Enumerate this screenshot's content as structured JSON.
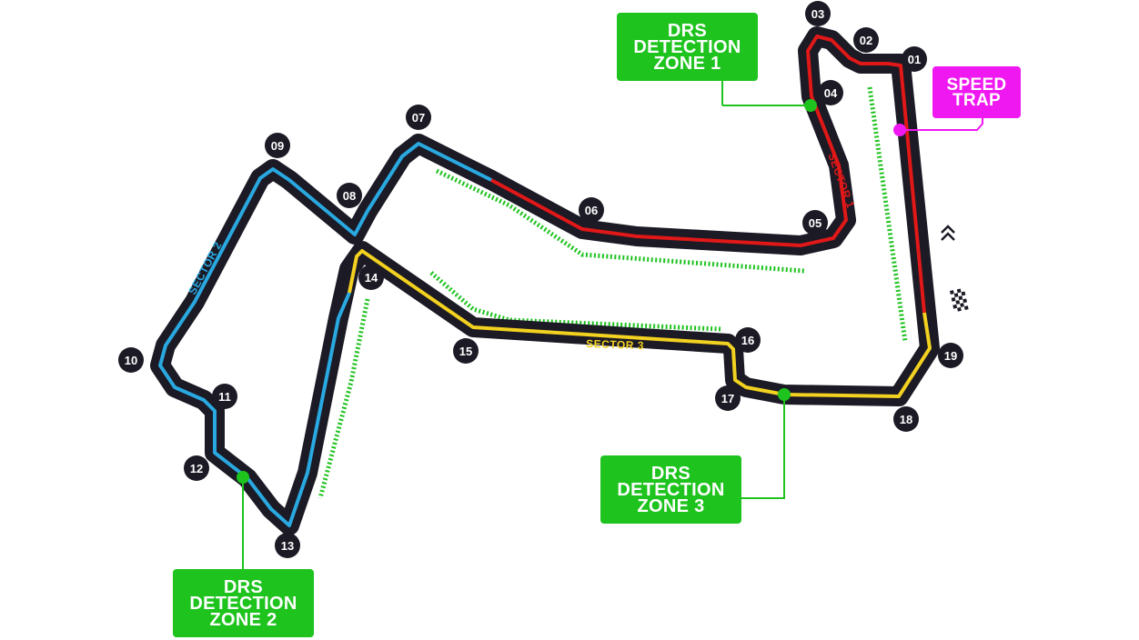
{
  "colors": {
    "track_outline": "#1b1a25",
    "sector_1": "#e01818",
    "sector_2": "#2aa8e0",
    "sector_3": "#f2d120",
    "drs": "#1ec31e",
    "speed_trap": "#f018f0",
    "turn_marker": "#1b1a25"
  },
  "sectors": {
    "sector_1": "SECTOR 1",
    "sector_2": "SECTOR 2",
    "sector_3": "SECTOR 3"
  },
  "turns": [
    "01",
    "02",
    "03",
    "04",
    "05",
    "06",
    "07",
    "08",
    "09",
    "10",
    "11",
    "12",
    "13",
    "14",
    "15",
    "16",
    "17",
    "18",
    "19"
  ],
  "drs_zones": [
    {
      "line1": "DRS",
      "line2": "DETECTION",
      "line3": "ZONE 1"
    },
    {
      "line1": "DRS",
      "line2": "DETECTION",
      "line3": "ZONE 2"
    },
    {
      "line1": "DRS",
      "line2": "DETECTION",
      "line3": "ZONE 3"
    }
  ],
  "speed_trap": {
    "line1": "SPEED",
    "line2": "TRAP"
  },
  "icons": {
    "direction": "double-chevron-up-icon",
    "finish": "checkered-flag-icon"
  }
}
